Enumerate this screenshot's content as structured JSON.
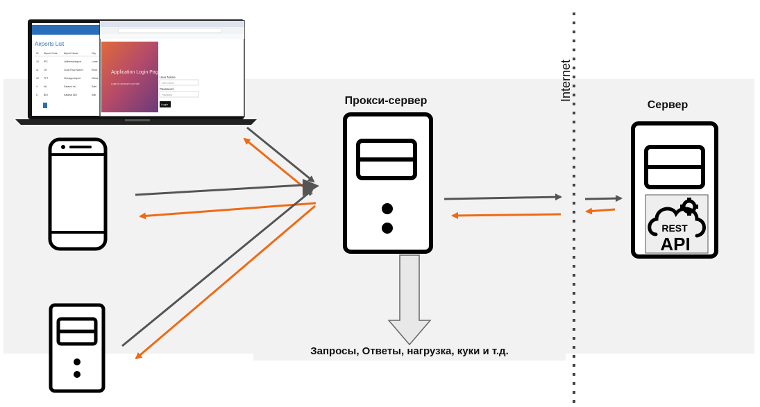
{
  "labels": {
    "proxy": "Прокси-сервер",
    "server": "Сервер",
    "internet": "Internet",
    "payload": "Запросы, Ответы, нагрузка, куки и т.д."
  },
  "api_badge": {
    "line1": "REST",
    "line2": "API"
  },
  "laptop_screen": {
    "back_window_title": "Airports List",
    "table_headers": [
      "ID",
      "Airport Code",
      "Airport Name",
      "City"
    ],
    "table_rows": [
      [
        "10",
        "IPC",
        "LeBeneautaport",
        "Lome"
      ],
      [
        "11",
        "CE",
        "Cuba Rojo Nuevo",
        "Rock"
      ],
      [
        "12",
        "FFT",
        "Chicago Airport",
        "Chica"
      ],
      [
        "4",
        "IAL",
        "Safawn Int",
        "Safe"
      ],
      [
        "5",
        "BIO",
        "Safarial IAN",
        "Safr"
      ]
    ],
    "login_title": "Application Login Page",
    "login_subtitle": "Login to access to our site",
    "username_label": "User Name",
    "username_placeholder": "User Name",
    "password_label": "Password",
    "password_placeholder": "Password",
    "login_button": "Login"
  },
  "colors": {
    "request_arrow": "#555555",
    "response_arrow": "#f06a14",
    "panel": "#f2f2f2",
    "outline": "#000000"
  }
}
